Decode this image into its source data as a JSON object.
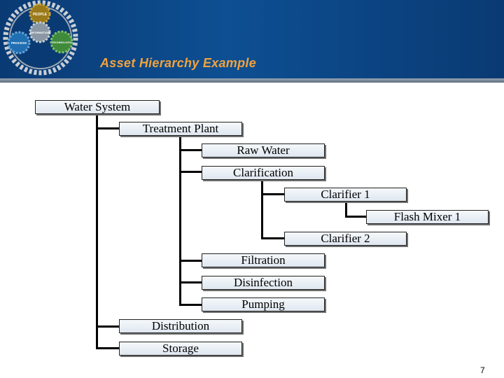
{
  "slide": {
    "title": "Asset Hierarchy Example",
    "page_number": "7"
  },
  "logo": {
    "gear_labels": [
      "PEOPLE",
      "INFORMATION",
      "PROCESS",
      "TECHNOLOGY"
    ]
  },
  "hierarchy": {
    "root": "Water System",
    "treatment_plant": "Treatment Plant",
    "raw_water": "Raw Water",
    "clarification": "Clarification",
    "clarifier_1": "Clarifier 1",
    "flash_mixer_1": "Flash Mixer 1",
    "clarifier_2": "Clarifier 2",
    "filtration": "Filtration",
    "disinfection": "Disinfection",
    "pumping": "Pumping",
    "distribution": "Distribution",
    "storage": "Storage"
  },
  "colors": {
    "header": "#0d4f93",
    "title": "#f2a23c",
    "node_fill": "#dfe7f0"
  }
}
